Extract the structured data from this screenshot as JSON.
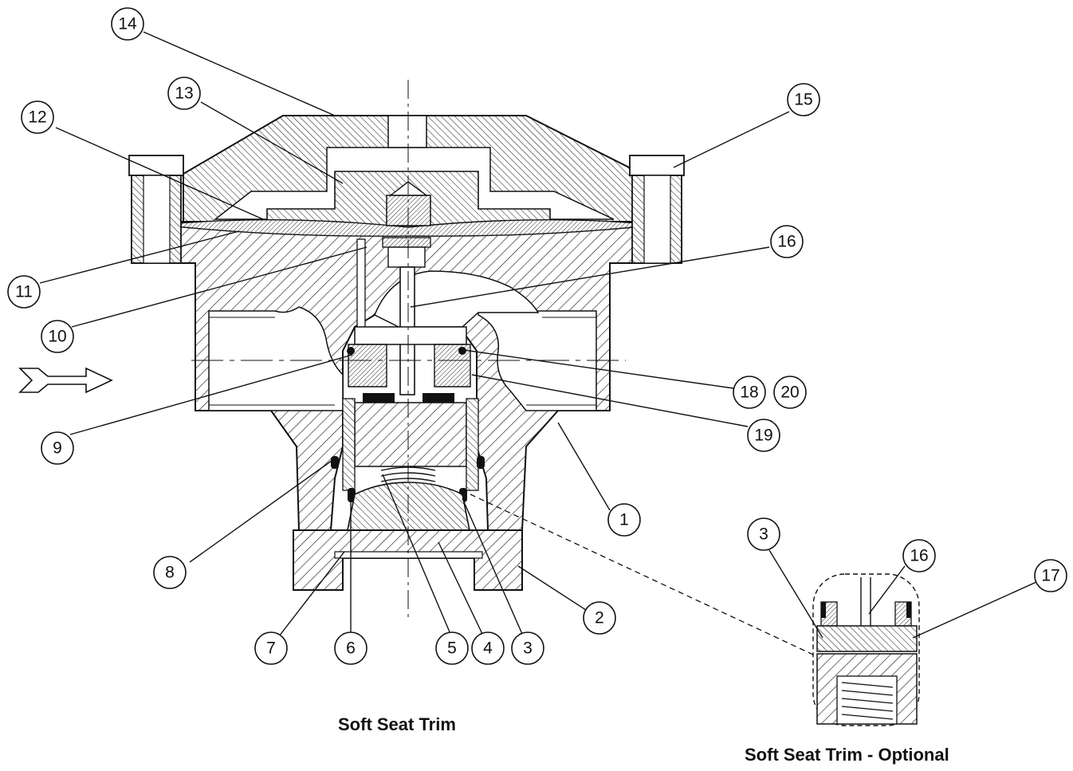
{
  "captions": {
    "main": "Soft Seat Trim",
    "optional": "Soft Seat Trim - Optional"
  },
  "callouts": {
    "c1": "1",
    "c2": "2",
    "c3": "3",
    "c3b": "3",
    "c4": "4",
    "c5": "5",
    "c6": "6",
    "c7": "7",
    "c8": "8",
    "c9": "9",
    "c10": "10",
    "c11": "11",
    "c12": "12",
    "c13": "13",
    "c14": "14",
    "c15": "15",
    "c16": "16",
    "c16b": "16",
    "c17": "17",
    "c18": "18",
    "c19": "19",
    "c20": "20"
  },
  "icons": {
    "flow_arrow": "flow-direction-arrow-icon"
  }
}
